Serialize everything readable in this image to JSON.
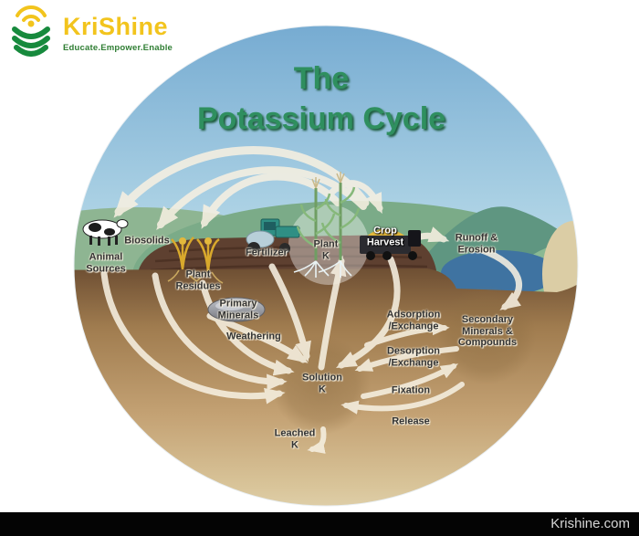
{
  "logo": {
    "brand": "KriShine",
    "tagline": "Educate.Empower.Enable",
    "brand_color": "#f2c41d",
    "tagline_color": "#2e7d32"
  },
  "title": {
    "text": "The\nPotassium Cycle",
    "color": "#2f8f5f"
  },
  "footer": {
    "site": "Krishine.com"
  },
  "diagram": {
    "labels": {
      "biosolids": "Biosolids",
      "animal_sources": "Animal\nSources",
      "plant_residues": "Plant\nResidues",
      "fertilizer": "Fertilizer",
      "plant_k": "Plant\nK",
      "crop_harvest": "Crop\nHarvest",
      "runoff_erosion": "Runoff &\nErosion",
      "primary_minerals": "Primary\nMinerals",
      "weathering": "Weathering",
      "adsorption": "Adsorption\n/Exchange",
      "secondary_minerals": "Secondary\nMinerals &\nCompounds",
      "desorption": "Desorption\n/Exchange",
      "solution_k": "Solution\nK",
      "fixation": "Fixation",
      "release": "Release",
      "leached_k": "Leached\nK"
    },
    "colors": {
      "sky_top": "#6fa6cf",
      "sky_bottom": "#cfe7ef",
      "hill_green": "#7bab88",
      "mountain_green": "#5f9681",
      "field_brown": "#5e4030",
      "soil_top": "#6e4f33",
      "soil_bottom": "#e6dcbd",
      "lake_blue": "#3f73a1",
      "arrow_cream": "#f6f0e1",
      "title_green": "#2f8f5f",
      "label_dark": "#333333"
    }
  }
}
